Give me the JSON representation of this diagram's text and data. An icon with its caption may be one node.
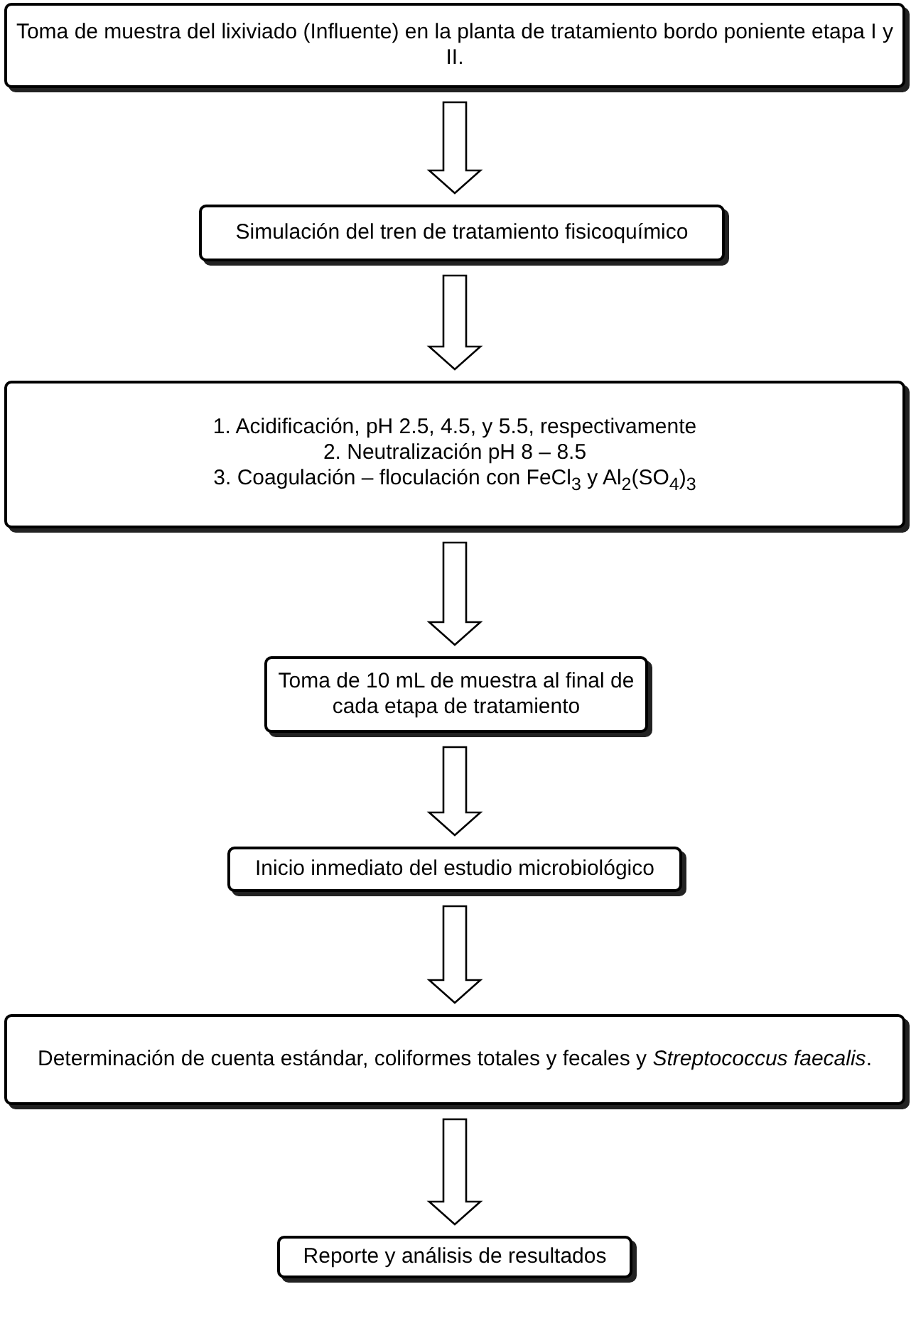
{
  "diagram": {
    "nodes": [
      {
        "text": [
          "Toma de muestra del lixiviado (Influente) en la planta de tratamiento bordo poniente etapa I y II."
        ]
      },
      {
        "text": [
          "Simulación del tren de tratamiento fisicoquímico"
        ]
      },
      {
        "text": [
          "1. Acidificación, pH 2.5, 4.5, y 5.5, respectivamente",
          "2. Neutralización pH 8 – 8.5",
          "3. Coagulación – floculación con FeCl$_{3}$ y Al$_{2}$(SO$_{4}$)$_{3}$"
        ]
      },
      {
        "text": [
          "Toma de 10 mL de muestra al final de cada etapa de tratamiento"
        ]
      },
      {
        "text": [
          "Inicio inmediato del estudio microbiológico"
        ]
      },
      {
        "text": [
          "Determinación de cuenta estándar, coliformes totales y fecales y *Streptococcus faecalis*."
        ]
      },
      {
        "text": [
          "Reporte y análisis de resultados"
        ]
      }
    ],
    "edges": [
      {
        "from": 0,
        "to": 1,
        "arrow": "to"
      },
      {
        "from": 1,
        "to": 2,
        "arrow": "to"
      },
      {
        "from": 2,
        "to": 3,
        "arrow": "to"
      },
      {
        "from": 3,
        "to": 4,
        "arrow": "to"
      },
      {
        "from": 4,
        "to": 5,
        "arrow": "to"
      },
      {
        "from": 5,
        "to": 6,
        "arrow": "to"
      }
    ]
  }
}
